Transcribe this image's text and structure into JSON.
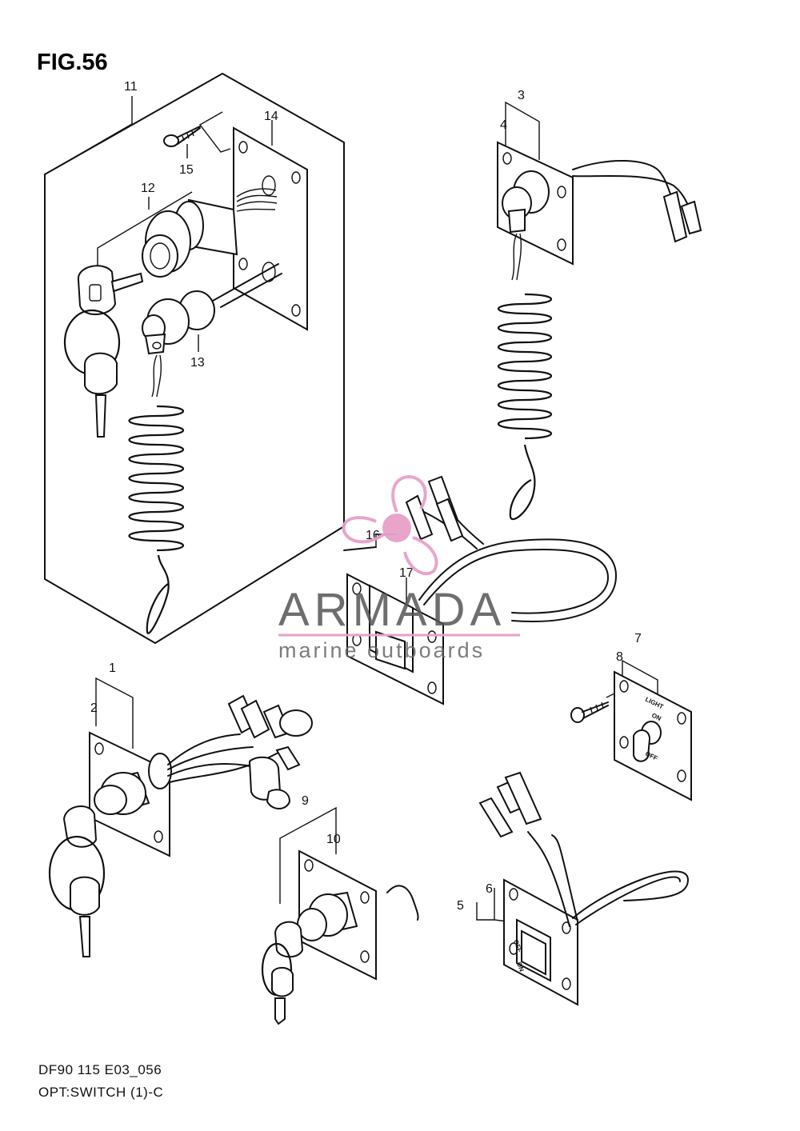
{
  "figure": {
    "title": "FIG.56"
  },
  "footer": {
    "model_code": "DF90 115 E03_056",
    "section": "OPT:SWITCH (1)-C"
  },
  "watermark": {
    "brand": "ARMADA",
    "tagline": "marine outboards",
    "logo_color": "#e8a0c8"
  },
  "switch_labels": {
    "light": "LIGHT",
    "on": "ON",
    "off": "OFF",
    "rocker_off": "OFF",
    "rocker_on": "ON"
  },
  "callouts": {
    "c1": "1",
    "c2": "2",
    "c3": "3",
    "c4": "4",
    "c5": "5",
    "c6": "6",
    "c7": "7",
    "c8": "8",
    "c9": "9",
    "c10": "10",
    "c11": "11",
    "c12": "12",
    "c13": "13",
    "c14": "14",
    "c15": "15",
    "c16": "16",
    "c17": "17"
  }
}
